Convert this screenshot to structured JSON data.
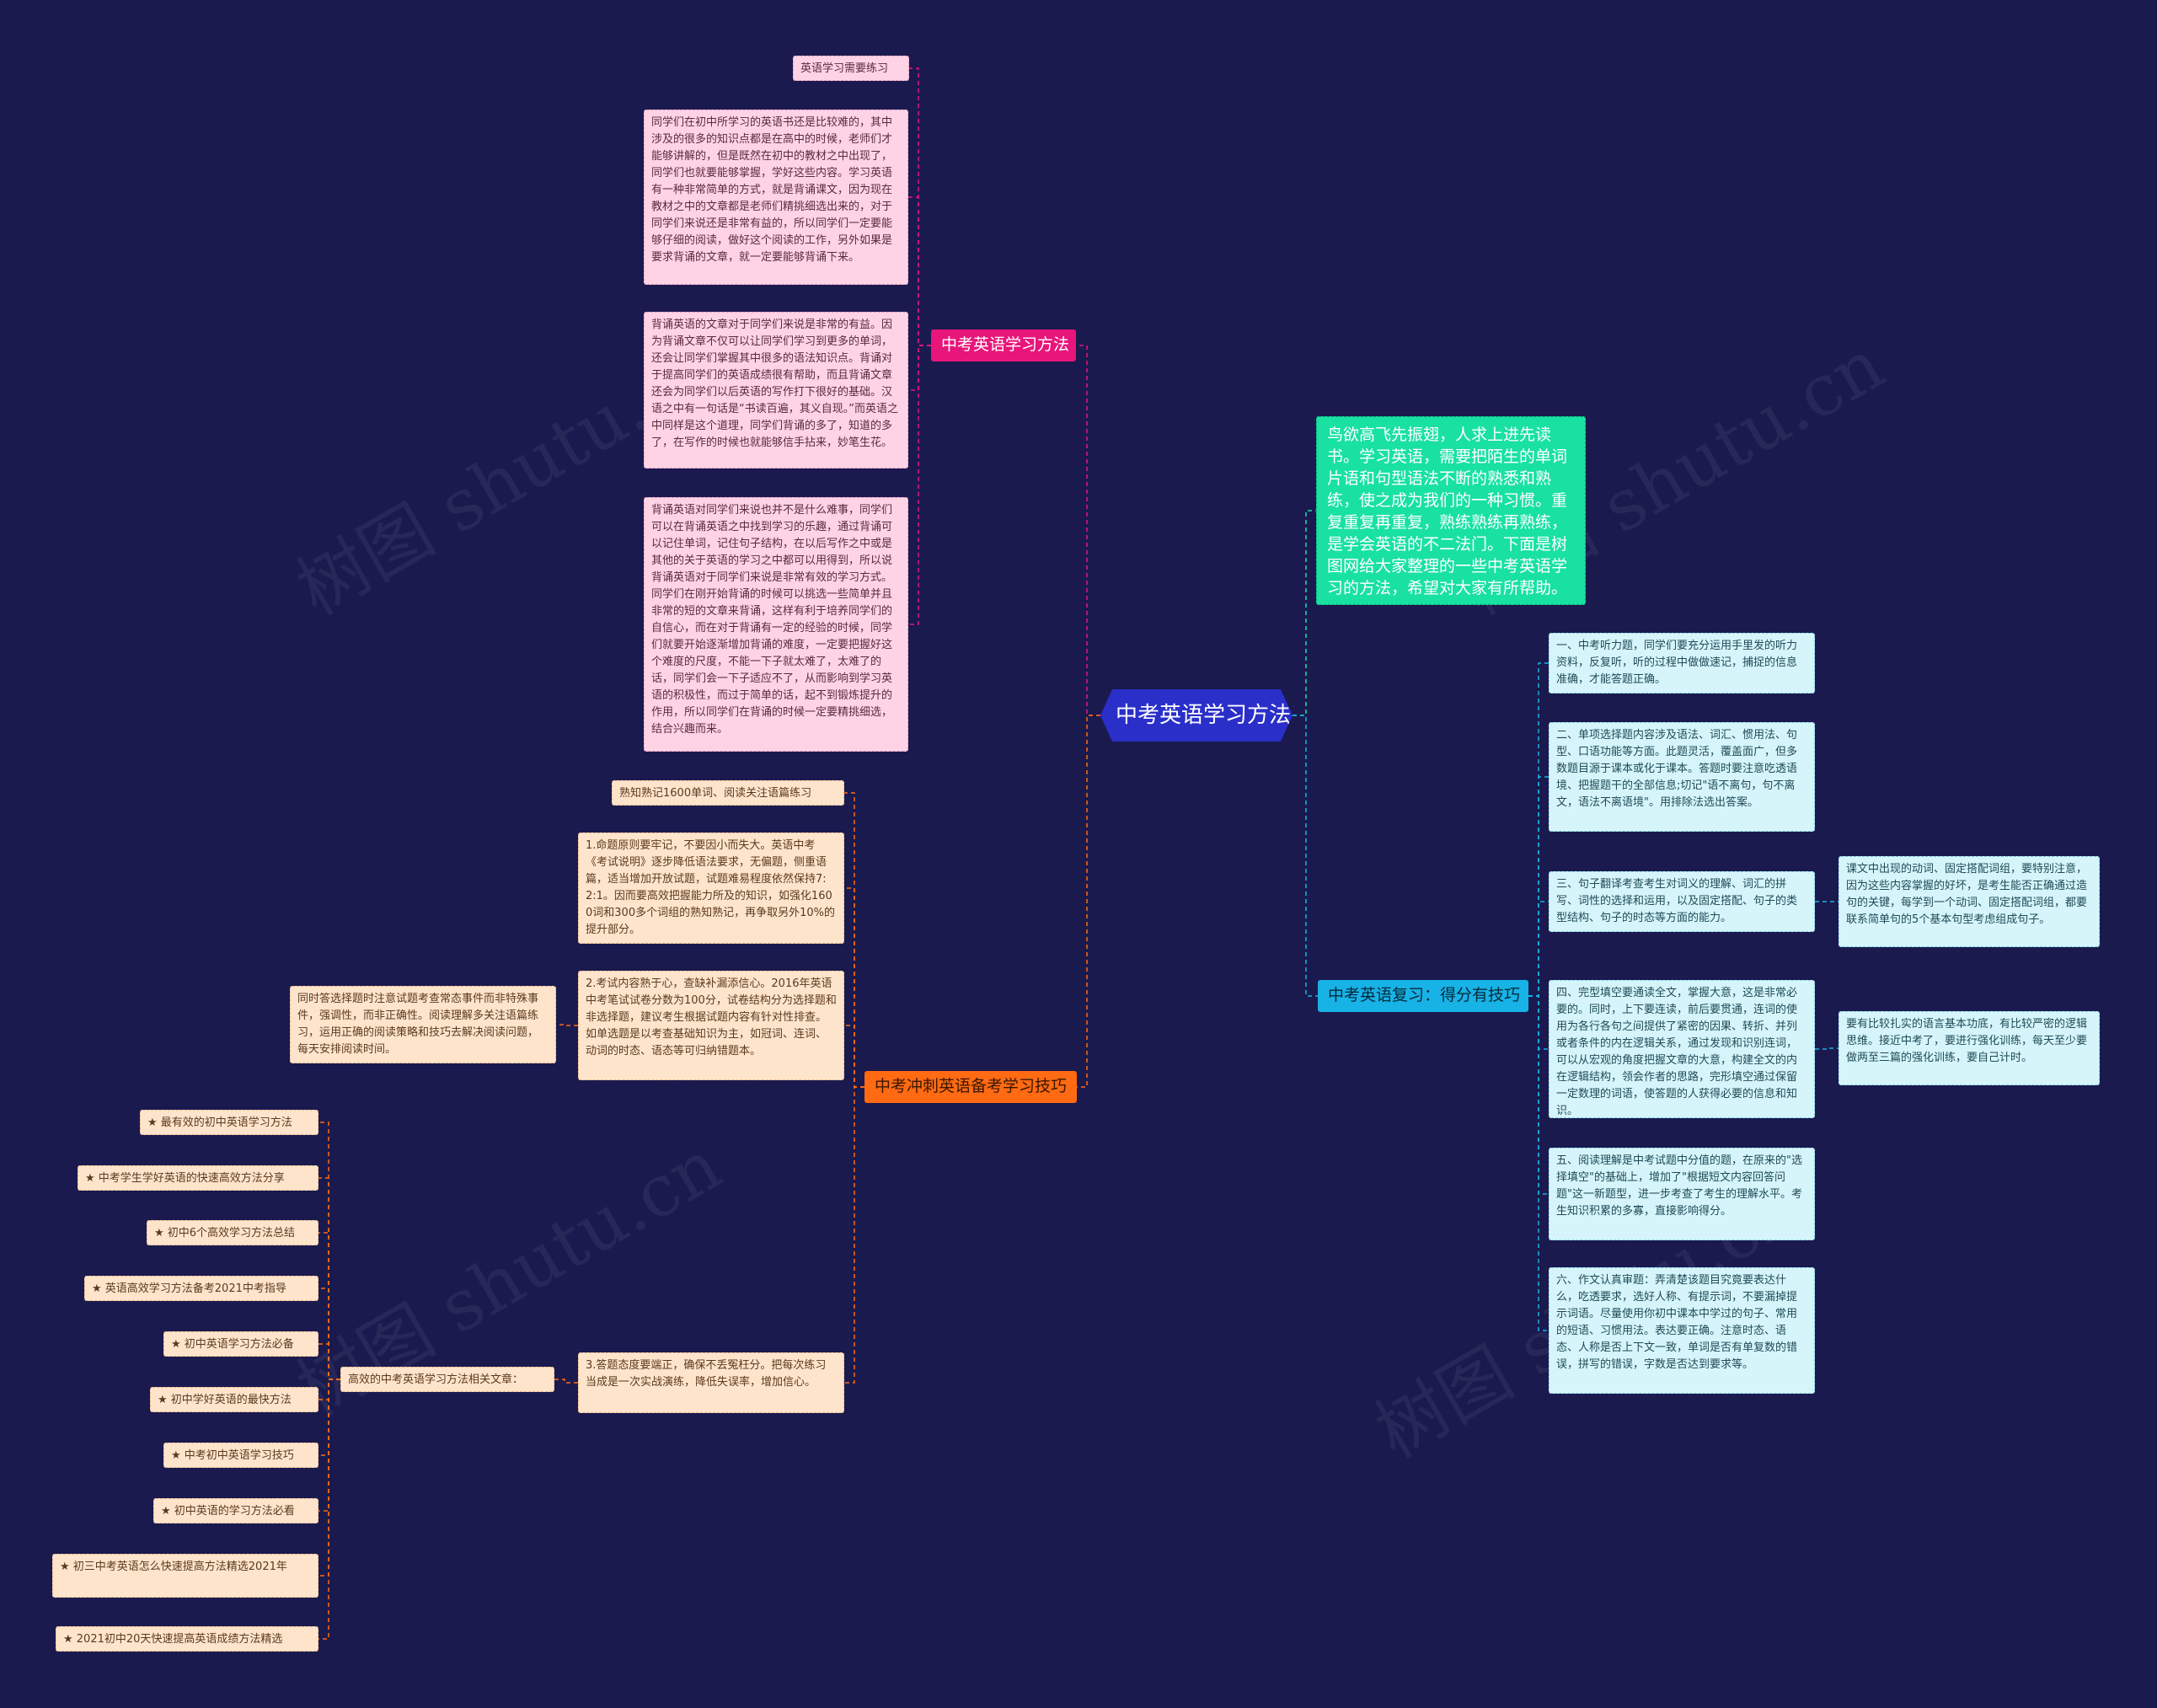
{
  "title": "中考英语学习方法",
  "watermark": "树图 shutu.cn",
  "colors": {
    "background": "#1a1a4e",
    "center": "#2a2fc9",
    "branch_pink": "#e8157a",
    "branch_orange": "#ff6a12",
    "branch_cyan": "#17b2e6",
    "intro_green": "#19e1a2"
  },
  "branches": {
    "method": {
      "label": "中考英语学习方法",
      "items": [
        "英语学习需要练习",
        "同学们在初中所学习的英语书还是比较难的，其中涉及的很多的知识点都是在高中的时候，老师们才能够讲解的，但是既然在初中的教材之中出现了，同学们也就要能够掌握，学好这些内容。学习英语有一种非常简单的方式，就是背诵课文，因为现在教材之中的文章都是老师们精挑细选出来的，对于同学们来说还是非常有益的，所以同学们一定要能够仔细的阅读，做好这个阅读的工作，另外如果是要求背诵的文章，就一定要能够背诵下来。",
        "背诵英语的文章对于同学们来说是非常的有益。因为背诵文章不仅可以让同学们学习到更多的单词，还会让同学们掌握其中很多的语法知识点。背诵对于提高同学们的英语成绩很有帮助，而且背诵文章还会为同学们以后英语的写作打下很好的基础。汉语之中有一句话是“书读百遍，其义自现。”而英语之中同样是这个道理，同学们背诵的多了，知道的多了，在写作的时候也就能够信手拈来，妙笔生花。",
        "背诵英语对同学们来说也并不是什么难事，同学们可以在背诵英语之中找到学习的乐趣，通过背诵可以记住单词，记住句子结构，在以后写作之中或是其他的关于英语的学习之中都可以用得到，所以说背诵英语对于同学们来说是非常有效的学习方式。同学们在刚开始背诵的时候可以挑选一些简单并且非常的短的文章来背诵，这样有利于培养同学们的自信心，而在对于背诵有一定的经验的时候，同学们就要开始逐渐增加背诵的难度，一定要把握好这个难度的尺度，不能一下子就太难了，太难了的话，同学们会一下子适应不了，从而影响到学习英语的积极性，而过于简单的话，起不到锻炼提升的作用，所以同学们在背诵的时候一定要精挑细选，结合兴趣而来。"
      ]
    },
    "sprint": {
      "label": "中考冲刺英语备考学习技巧",
      "items": [
        "熟知熟记1600单词、阅读关注语篇练习",
        "1.命题原则要牢记，不要因小而失大。英语中考《考试说明》逐步降低语法要求，无偏题，侧重语篇，适当增加开放试题，试题难易程度依然保持7:2:1。因而要高效把握能力所及的知识，如强化1600词和300多个词组的熟知熟记，再争取另外10%的提升部分。",
        "2.考试内容熟于心，查缺补漏添信心。2016年英语中考笔试试卷分数为100分，试卷结构分为选择题和非选择题，建议考生根据试题内容有针对性排查。如单选题是以考查基础知识为主，如冠词、连词、动词的时态、语态等可归纳错题本。",
        "3.答题态度要端正，确保不丢冤枉分。把每次练习当成是一次实战演练，降低失误率，增加信心。"
      ],
      "reading_tip": "同时答选择题时注意试题考查常态事件而非特殊事件，强调性，而非正确性。阅读理解多关注语篇练习，运用正确的阅读策略和技巧去解决阅读问题，每天安排阅读时间。",
      "related_label": "高效的中考英语学习方法相关文章：",
      "related": [
        "★ 最有效的初中英语学习方法",
        "★ 中考学生学好英语的快速高效方法分享",
        "★ 初中6个高效学习方法总结",
        "★ 英语高效学习方法备考2021中考指导",
        "★ 初中英语学习方法必备",
        "★ 初中学好英语的最快方法",
        "★ 中考初中英语学习技巧",
        "★ 初中英语的学习方法必看",
        "★ 初三中考英语怎么快速提高方法精选2021年",
        "★ 2021初中20天快速提高英语成绩方法精选"
      ]
    },
    "intro": "鸟欲高飞先振翅，人求上进先读书。学习英语，需要把陌生的单词片语和句型语法不断的熟悉和熟练，使之成为我们的一种习惯。重复重复再重复，熟练熟练再熟练，是学会英语的不二法门。下面是树图网给大家整理的一些中考英语学习的方法，希望对大家有所帮助。",
    "review": {
      "label": "中考英语复习：得分有技巧",
      "items": [
        "一、中考听力题，同学们要充分运用手里发的听力资料，反复听，听的过程中做做速记，捕捉的信息准确，才能答题正确。",
        "二、单项选择题内容涉及语法、词汇、惯用法、句型、口语功能等方面。此题灵活，覆盖面广，但多数题目源于课本或化于课本。答题时要注意吃透语境、把握题干的全部信息;切记\"语不离句，句不离文，语法不离语境\"。用排除法选出答案。",
        "三、句子翻译考查考生对词义的理解、词汇的拼写、词性的选择和运用，以及固定搭配、句子的类型结构、句子的时态等方面的能力。",
        "四、完型填空要通读全文，掌握大意，这是非常必要的。同时，上下要连读，前后要贯通，连词的使用为各行各句之间提供了紧密的因果、转折、并列或者条件的内在逻辑关系，通过发现和识别连词，可以从宏观的角度把握文章的大意，构建全文的内在逻辑结构，领会作者的思路，完形填空通过保留一定数理的词语，使答题的人获得必要的信息和知识。",
        "五、阅读理解是中考试题中分值的题，在原来的\"选择填空\"的基础上，增加了\"根据短文内容回答问题\"这一新题型，进一步考查了考生的理解水平。考生知识积累的多寡，直接影响得分。",
        "六、作文认真审题：弄清楚该题目究竟要表达什么，吃透要求，选好人称、有提示词，不要漏掉提示词语。尽量使用你初中课本中学过的句子、常用的短语、习惯用法。表达要正确。注意时态、语态、人称是否上下文一致，单词是否有单复数的错误，拼写的错误，字数是否达到要求等。"
      ],
      "translation_tip": "课文中出现的动词、固定搭配词组，要特别注意，因为这些内容掌握的好坏，是考生能否正确通过造句的关键，每学到一个动词、固定搭配词组，都要联系简单句的5个基本句型考虑组成句子。",
      "cloze_tip": "要有比较扎实的语言基本功底，有比较严密的逻辑思维。接近中考了，要进行强化训练，每天至少要做两至三篇的强化训练，要自己计时。"
    }
  }
}
